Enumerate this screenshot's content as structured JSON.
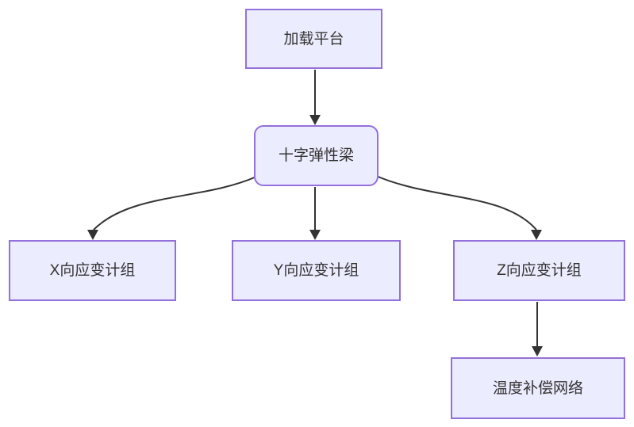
{
  "diagram": {
    "type": "flowchart-top-down",
    "background": "#ffffff",
    "colors": {
      "node_fill": "#ECECFF",
      "node_border": "#9370DB",
      "edge_line": "#333333",
      "text": "#333333"
    },
    "nodes": [
      {
        "id": "A",
        "label": "加载平台",
        "shape": "rectangle"
      },
      {
        "id": "B",
        "label": "十字弹性梁",
        "shape": "rounded-rectangle"
      },
      {
        "id": "C",
        "label": "X向应变计组",
        "shape": "rectangle"
      },
      {
        "id": "D",
        "label": "Y向应变计组",
        "shape": "rectangle"
      },
      {
        "id": "E",
        "label": "Z向应变计组",
        "shape": "rectangle"
      },
      {
        "id": "F",
        "label": "温度补偿网络",
        "shape": "rectangle"
      }
    ],
    "edges": [
      {
        "from": "加载平台",
        "to": "十字弹性梁",
        "style": "arrow"
      },
      {
        "from": "十字弹性梁",
        "to": "X向应变计组",
        "style": "arrow"
      },
      {
        "from": "十字弹性梁",
        "to": "Y向应变计组",
        "style": "arrow"
      },
      {
        "from": "十字弹性梁",
        "to": "Z向应变计组",
        "style": "arrow"
      },
      {
        "from": "Z向应变计组",
        "to": "温度补偿网络",
        "style": "arrow"
      }
    ]
  }
}
